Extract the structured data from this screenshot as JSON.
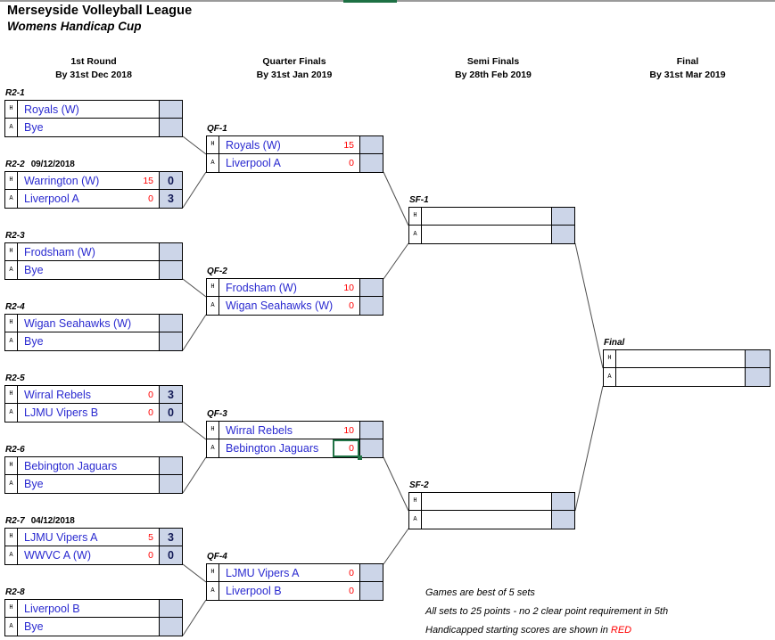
{
  "header": {
    "league_title": "Merseyside Volleyball League",
    "competition_title": "Womens Handicap Cup"
  },
  "rounds": [
    {
      "name": "1st Round",
      "deadline": "By 31st Dec 2018"
    },
    {
      "name": "Quarter Finals",
      "deadline": "By 31st Jan 2019"
    },
    {
      "name": "Semi Finals",
      "deadline": "By 28th Feb 2019"
    },
    {
      "name": "Final",
      "deadline": "By 31st Mar 2019"
    }
  ],
  "colors": {
    "team_text": "#2a2ad0",
    "handicap_text": "#ff0000",
    "score_cell_bg": "#ccd5e8",
    "score_text": "#121a56",
    "selection": "#217346",
    "connector": "#4d4d4d"
  },
  "matches": {
    "r2_1": {
      "tag": "R2-1",
      "date": "",
      "home": {
        "ha": "H",
        "team": "Royals (W)",
        "handicap": "",
        "score": ""
      },
      "away": {
        "ha": "A",
        "team": "Bye",
        "handicap": "",
        "score": ""
      }
    },
    "r2_2": {
      "tag": "R2-2",
      "date": "09/12/2018",
      "home": {
        "ha": "H",
        "team": "Warrington (W)",
        "handicap": "15",
        "score": "0"
      },
      "away": {
        "ha": "A",
        "team": "Liverpool A",
        "handicap": "0",
        "score": "3"
      }
    },
    "r2_3": {
      "tag": "R2-3",
      "date": "",
      "home": {
        "ha": "H",
        "team": "Frodsham (W)",
        "handicap": "",
        "score": ""
      },
      "away": {
        "ha": "A",
        "team": "Bye",
        "handicap": "",
        "score": ""
      }
    },
    "r2_4": {
      "tag": "R2-4",
      "date": "",
      "home": {
        "ha": "H",
        "team": "Wigan Seahawks (W)",
        "handicap": "",
        "score": ""
      },
      "away": {
        "ha": "A",
        "team": "Bye",
        "handicap": "",
        "score": ""
      }
    },
    "r2_5": {
      "tag": "R2-5",
      "date": "",
      "home": {
        "ha": "H",
        "team": "Wirral Rebels",
        "handicap": "0",
        "score": "3"
      },
      "away": {
        "ha": "A",
        "team": "LJMU Vipers B",
        "handicap": "0",
        "score": "0"
      }
    },
    "r2_6": {
      "tag": "R2-6",
      "date": "",
      "home": {
        "ha": "H",
        "team": "Bebington Jaguars",
        "handicap": "",
        "score": ""
      },
      "away": {
        "ha": "A",
        "team": "Bye",
        "handicap": "",
        "score": ""
      }
    },
    "r2_7": {
      "tag": "R2-7",
      "date": "04/12/2018",
      "home": {
        "ha": "H",
        "team": "LJMU Vipers A",
        "handicap": "5",
        "score": "3"
      },
      "away": {
        "ha": "A",
        "team": "WWVC A (W)",
        "handicap": "0",
        "score": "0"
      }
    },
    "r2_8": {
      "tag": "R2-8",
      "date": "",
      "home": {
        "ha": "H",
        "team": "Liverpool B",
        "handicap": "",
        "score": ""
      },
      "away": {
        "ha": "A",
        "team": "Bye",
        "handicap": "",
        "score": ""
      }
    },
    "qf_1": {
      "tag": "QF-1",
      "date": "",
      "home": {
        "ha": "H",
        "team": "Royals (W)",
        "handicap": "15",
        "score": ""
      },
      "away": {
        "ha": "A",
        "team": "Liverpool A",
        "handicap": "0",
        "score": ""
      }
    },
    "qf_2": {
      "tag": "QF-2",
      "date": "",
      "home": {
        "ha": "H",
        "team": "Frodsham (W)",
        "handicap": "10",
        "score": ""
      },
      "away": {
        "ha": "A",
        "team": "Wigan Seahawks (W)",
        "handicap": "0",
        "score": ""
      }
    },
    "qf_3": {
      "tag": "QF-3",
      "date": "",
      "home": {
        "ha": "H",
        "team": "Wirral Rebels",
        "handicap": "10",
        "score": ""
      },
      "away": {
        "ha": "A",
        "team": "Bebington Jaguars",
        "handicap": "0",
        "score": "",
        "selected": true
      }
    },
    "qf_4": {
      "tag": "QF-4",
      "date": "",
      "home": {
        "ha": "H",
        "team": "LJMU Vipers A",
        "handicap": "0",
        "score": ""
      },
      "away": {
        "ha": "A",
        "team": "Liverpool B",
        "handicap": "0",
        "score": ""
      }
    },
    "sf_1": {
      "tag": "SF-1",
      "date": "",
      "home": {
        "ha": "H",
        "team": "",
        "handicap": "",
        "score": ""
      },
      "away": {
        "ha": "A",
        "team": "",
        "handicap": "",
        "score": ""
      }
    },
    "sf_2": {
      "tag": "SF-2",
      "date": "",
      "home": {
        "ha": "H",
        "team": "",
        "handicap": "",
        "score": ""
      },
      "away": {
        "ha": "A",
        "team": "",
        "handicap": "",
        "score": ""
      }
    },
    "final": {
      "tag": "Final",
      "date": "",
      "home": {
        "ha": "H",
        "team": "",
        "handicap": "",
        "score": ""
      },
      "away": {
        "ha": "A",
        "team": "",
        "handicap": "",
        "score": ""
      }
    }
  },
  "notes": [
    {
      "text": "Games are best of 5 sets",
      "suffix": ""
    },
    {
      "text": "All sets to 25 points - no 2 clear point requirement in 5th",
      "suffix": ""
    },
    {
      "text": "Handicapped starting scores are shown in",
      "suffix": "RED"
    }
  ]
}
